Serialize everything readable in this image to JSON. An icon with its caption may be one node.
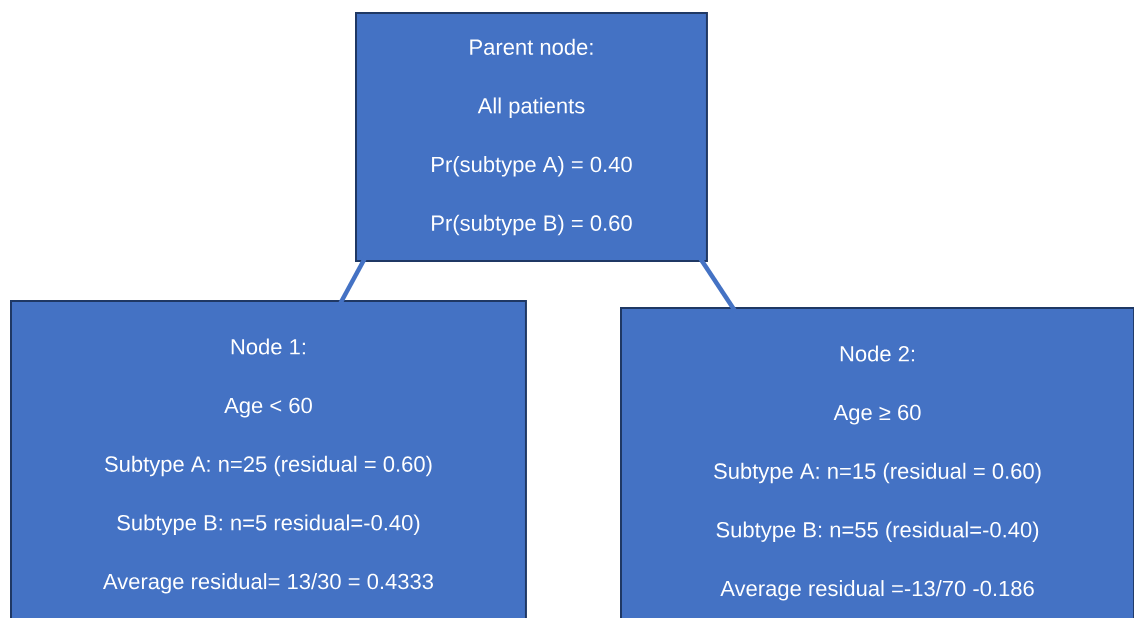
{
  "diagram": {
    "nodes": [
      {
        "text": [
          "Parent node:",
          "All patients",
          "Pr(subtype A) = 0.40",
          "Pr(subtype B) = 0.60"
        ]
      },
      {
        "text": [
          "Node 1:",
          "Age < 60",
          "Subtype A:  n=25 (residual = 0.60)",
          "Subtype B: n=5 residual=-0.40)",
          "Average residual= 13/30 = 0.4333"
        ]
      },
      {
        "text": [
          "Node 2:",
          "Age ≥ 60",
          "Subtype A:  n=15 (residual = 0.60)",
          "Subtype B: n=55 (residual=-0.40)",
          "Average residual =-13/70 -0.186"
        ]
      }
    ],
    "edges": [
      {
        "from": 0,
        "to": 1,
        "arrow": "none"
      },
      {
        "from": 0,
        "to": 2,
        "arrow": "none"
      }
    ]
  }
}
